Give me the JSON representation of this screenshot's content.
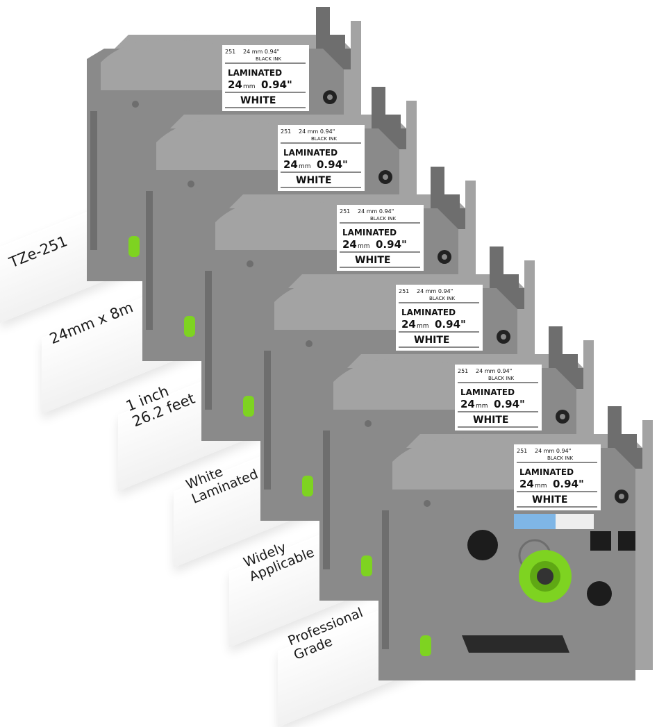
{
  "colors": {
    "cartridge_body": "#8a8a8a",
    "cartridge_dark": "#6e6e6e",
    "cartridge_light": "#a3a3a3",
    "spool_green": "#7ed321",
    "label_white": "#ffffff",
    "ink_black": "#111111",
    "window_blue": "#7fb6e6"
  },
  "tape_labels": [
    {
      "lines": [
        "TZe-251"
      ]
    },
    {
      "lines": [
        "24mm x 8m"
      ]
    },
    {
      "lines": [
        "1 inch",
        "26.2 feet"
      ]
    },
    {
      "lines": [
        "White",
        "Laminated"
      ]
    },
    {
      "lines": [
        "Widely",
        "Applicable"
      ]
    },
    {
      "lines": [
        "Professional",
        "Grade"
      ]
    }
  ],
  "cartridge_label": {
    "code": "251",
    "size_small": "24 mm  0.94\"",
    "ink": "BLACK INK",
    "laminated": "LAMINATED",
    "size_mm": "24",
    "unit_mm": "mm",
    "size_in": "0.94\"",
    "color": "WHITE"
  },
  "cartridge_count": 6
}
